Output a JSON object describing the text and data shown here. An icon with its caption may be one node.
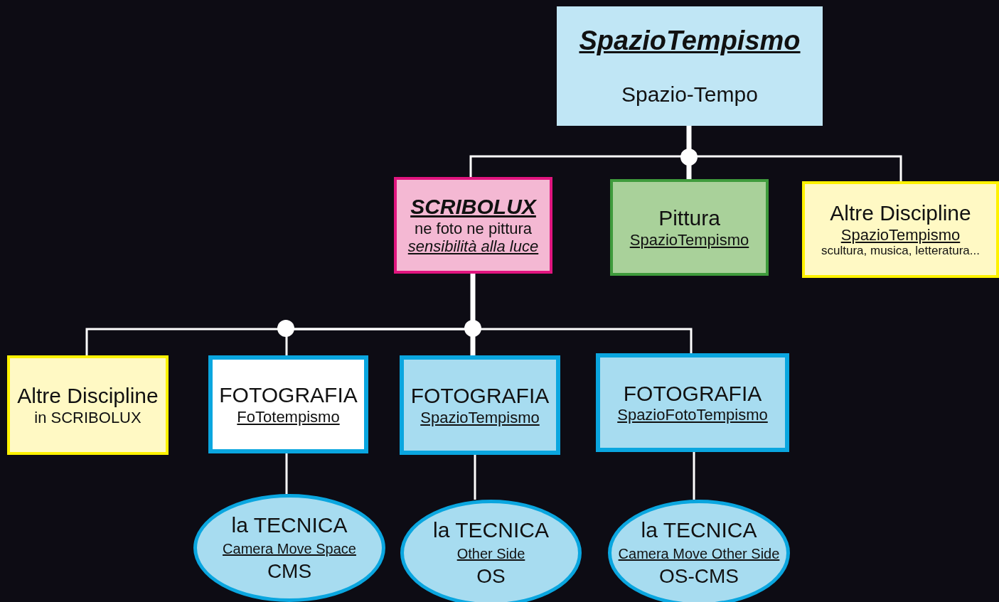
{
  "diagram": {
    "nodes": [
      {
        "text": [
          "SpazioTempismo",
          "Spazio-Tempo"
        ]
      },
      {
        "text": [
          "SCRIBOLUX",
          "ne foto ne pittura",
          "sensibilità alla luce"
        ]
      },
      {
        "text": [
          "Pittura",
          "SpazioTempismo"
        ]
      },
      {
        "text": [
          "Altre Discipline",
          "SpazioTempismo",
          "scultura, musica, letteratura..."
        ]
      },
      {
        "text": [
          "Altre Discipline",
          "in SCRIBOLUX"
        ]
      },
      {
        "text": [
          "FOTOGRAFIA",
          "FoTotempismo"
        ]
      },
      {
        "text": [
          "FOTOGRAFIA",
          "SpazioTempismo"
        ]
      },
      {
        "text": [
          "FOTOGRAFIA",
          "SpazioFotoTempismo"
        ]
      },
      {
        "text": [
          "la TECNICA",
          "Camera Move Space",
          "CMS"
        ]
      },
      {
        "text": [
          "la TECNICA",
          "Other Side",
          "OS"
        ]
      },
      {
        "text": [
          "la TECNICA",
          "Camera Move Other Side",
          "OS-CMS"
        ]
      }
    ],
    "edges": [
      {
        "from": 0,
        "to": 1,
        "arrow": "none"
      },
      {
        "from": 0,
        "to": 2,
        "arrow": "none",
        "style": "thick"
      },
      {
        "from": 0,
        "to": 3,
        "arrow": "none"
      },
      {
        "from": 1,
        "to": 4,
        "arrow": "none"
      },
      {
        "from": 1,
        "to": 5,
        "arrow": "none"
      },
      {
        "from": 1,
        "to": 6,
        "arrow": "none",
        "style": "thick"
      },
      {
        "from": 1,
        "to": 7,
        "arrow": "none"
      },
      {
        "from": 5,
        "to": 8,
        "arrow": "none"
      },
      {
        "from": 6,
        "to": 9,
        "arrow": "none"
      },
      {
        "from": 7,
        "to": 10,
        "arrow": "none"
      }
    ]
  }
}
